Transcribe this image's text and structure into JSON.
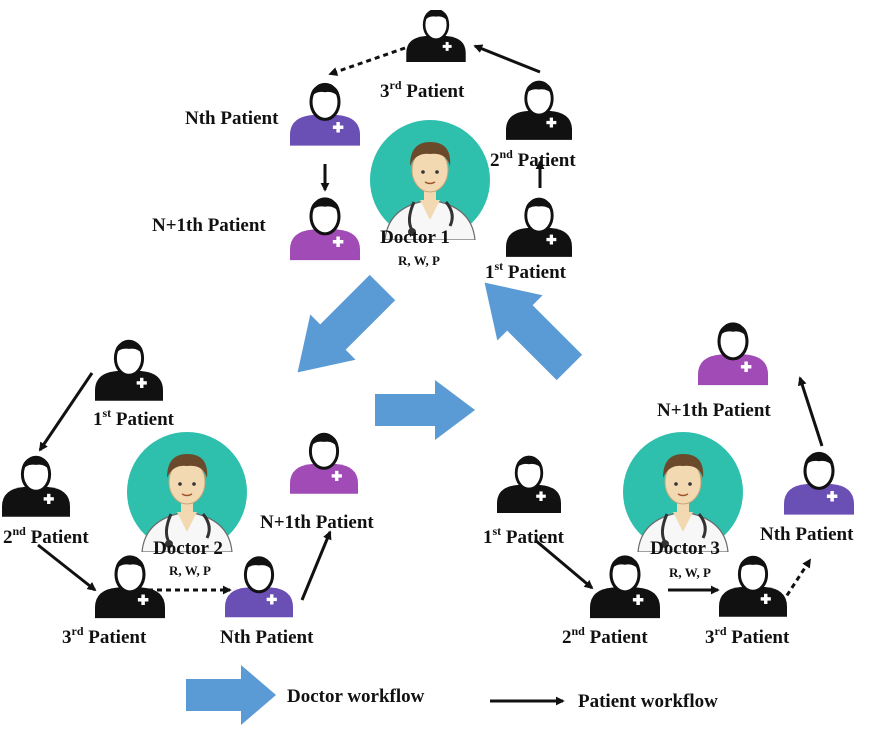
{
  "colors": {
    "doctor_circle": "#2fbfad",
    "doctor_arrow": "#5b9bd5",
    "patient_black": "#111111",
    "patient_purple": "#6a4fb4",
    "patient_magenta": "#a04bb6",
    "skin": "#f3d9b1",
    "hair": "#6b4a2b"
  },
  "doctors": [
    {
      "id": "d1",
      "name": "Doctor 1",
      "perm": "R, W, P"
    },
    {
      "id": "d2",
      "name": "Doctor 2",
      "perm": "R, W, P"
    },
    {
      "id": "d3",
      "name": "Doctor 3",
      "perm": "R, W, P"
    }
  ],
  "labels": {
    "nth": "Nth Patient",
    "np1": "N+1th Patient",
    "ord": [
      "1",
      "2",
      "3"
    ],
    "sups": [
      "st",
      "nd",
      "rd"
    ],
    "patient": " Patient"
  },
  "legend": {
    "doctor_workflow": "Doctor workflow",
    "patient_workflow": "Patient workflow"
  }
}
